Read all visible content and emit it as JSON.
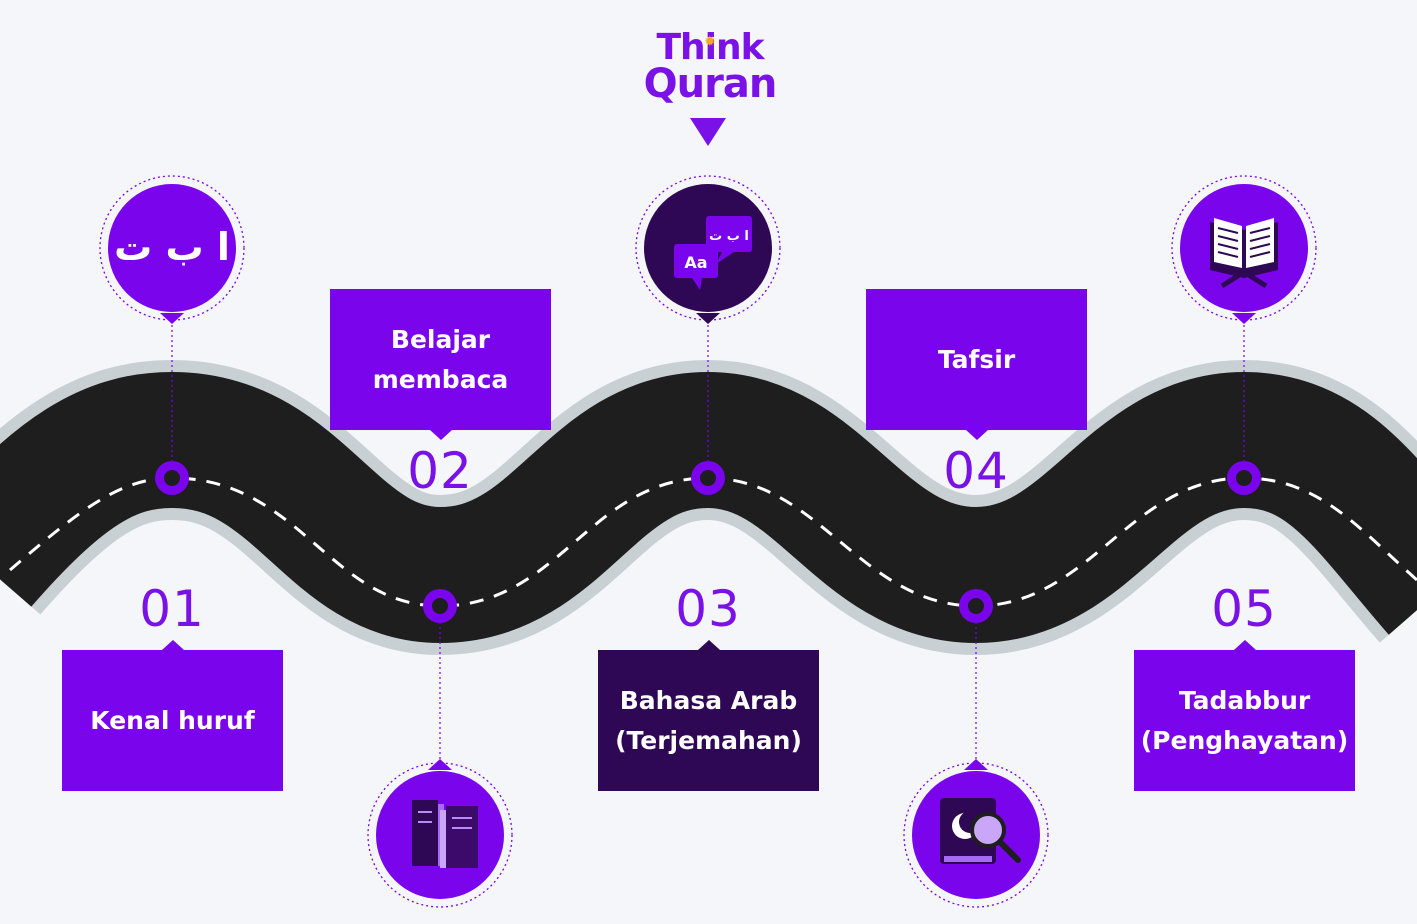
{
  "logo": {
    "line1": "Think",
    "line2": "Quran"
  },
  "steps": [
    {
      "number": "01",
      "label": "Kenal huruf",
      "icon_text": "ا ب ت",
      "icon": "arabic-letters-icon"
    },
    {
      "number": "02",
      "label": "Belajar membaca",
      "icon": "books-icon"
    },
    {
      "number": "03",
      "label": "Bahasa Arab (Terjemahan)",
      "icon_text": "Aa",
      "icon_text_2": "ا ب ت",
      "icon": "translate-icon"
    },
    {
      "number": "04",
      "label": "Tafsir",
      "icon": "quran-search-icon"
    },
    {
      "number": "05",
      "label": "Tadabbur (Penghayatan)",
      "icon": "open-quran-icon"
    }
  ],
  "colors": {
    "accent": "#7a04eb",
    "accent_dark": "#2e0854",
    "road": "#1e1e1e",
    "road_edge": "#c9d0d4",
    "background": "#f4f6fa",
    "logo_star": "#f5a623"
  }
}
